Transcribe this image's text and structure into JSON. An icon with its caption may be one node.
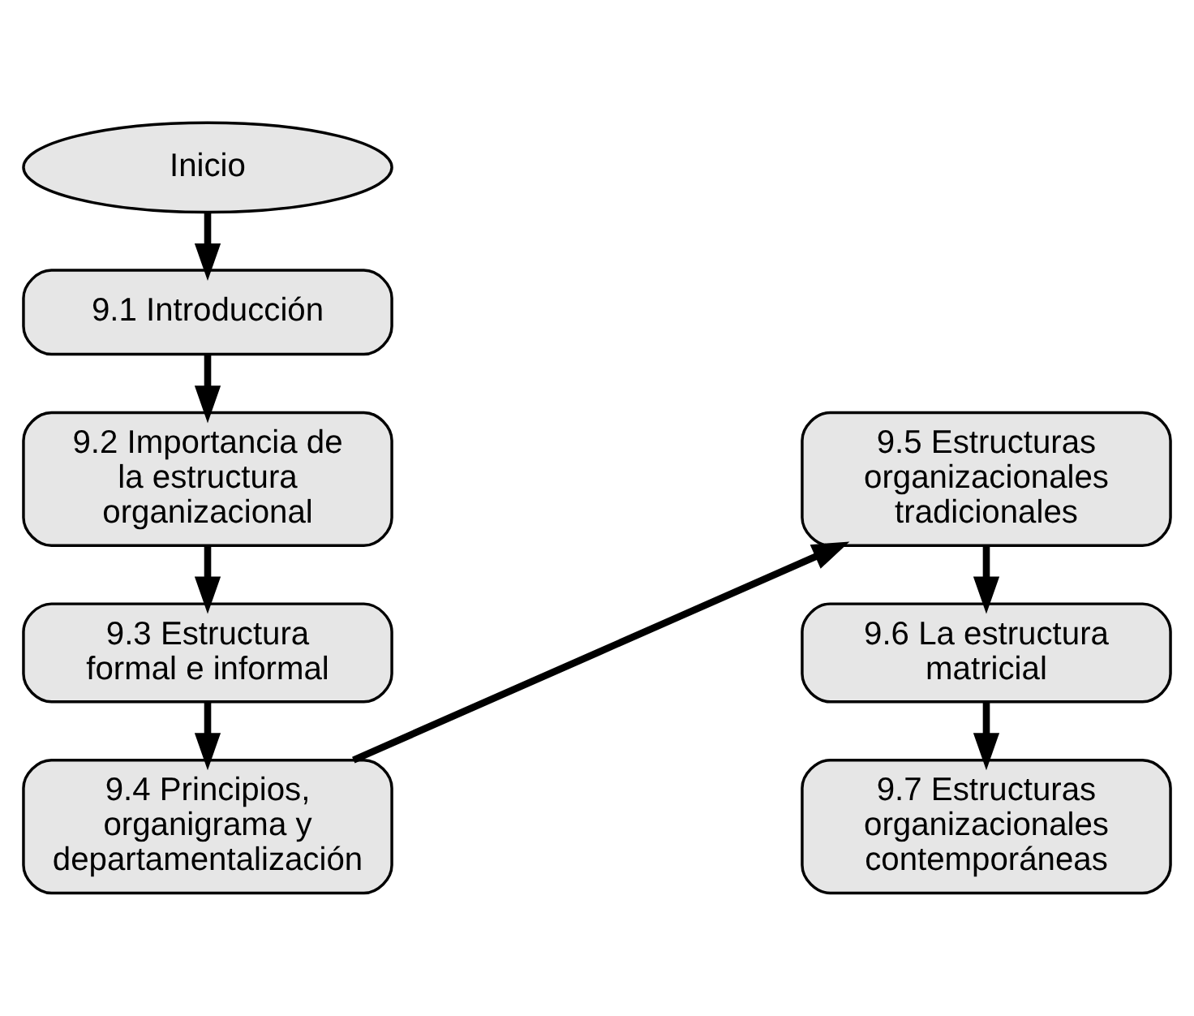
{
  "diagram": {
    "nodes": [
      {
        "text": [
          "Inicio"
        ]
      },
      {
        "text": [
          "9.1 Introducción"
        ]
      },
      {
        "text": [
          "9.2 Importancia de la estructura organizacional"
        ]
      },
      {
        "text": [
          "9.3 Estructura formal e informal"
        ]
      },
      {
        "text": [
          "9.4 Principios, organigrama y departamentalización"
        ]
      },
      {
        "text": [
          "9.5 Estructuras organizacionales tradicionales"
        ]
      },
      {
        "text": [
          "9.6 La estructura matricial"
        ]
      },
      {
        "text": [
          "9.7 Estructuras organizacionales contemporáneas"
        ]
      }
    ],
    "edges": [
      {
        "from": 0,
        "to": 1,
        "arrow": "to"
      },
      {
        "from": 1,
        "to": 2,
        "arrow": "to"
      },
      {
        "from": 2,
        "to": 3,
        "arrow": "to"
      },
      {
        "from": 3,
        "to": 4,
        "arrow": "to"
      },
      {
        "from": 4,
        "to": 5,
        "arrow": "to"
      },
      {
        "from": 5,
        "to": 6,
        "arrow": "to"
      },
      {
        "from": 6,
        "to": 7,
        "arrow": "to"
      }
    ]
  }
}
